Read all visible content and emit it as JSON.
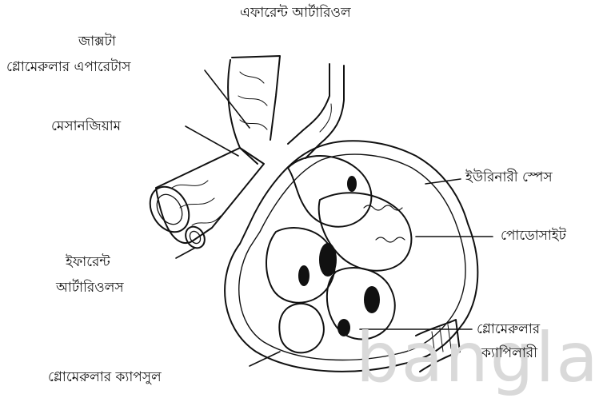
{
  "labels": {
    "efferent_arteriole": "এফারেন্ট আর্টারিওল",
    "juxtaglomerular_line1": "জাক্সটা",
    "juxtaglomerular_line2": "গ্লোমেরুলার এপারেটাস",
    "mesangium": "মেসানজিয়াম",
    "urinary_space": "ইউরিনারী স্পেস",
    "podocyte": "পোডোসাইট",
    "afferent_line1": "ইফারেন্ট",
    "afferent_line2": "আর্টারিওলস",
    "glomerular_capillary_line1": "গ্লোমেরুলার",
    "glomerular_capillary_line2": "ক্যাপিলারী",
    "glomerular_capsule": "গ্লোমেরুলার ক্যাপসুল"
  },
  "watermark": "bangla",
  "colors": {
    "ink": "#111111",
    "watermark": "#d9d9d9"
  }
}
